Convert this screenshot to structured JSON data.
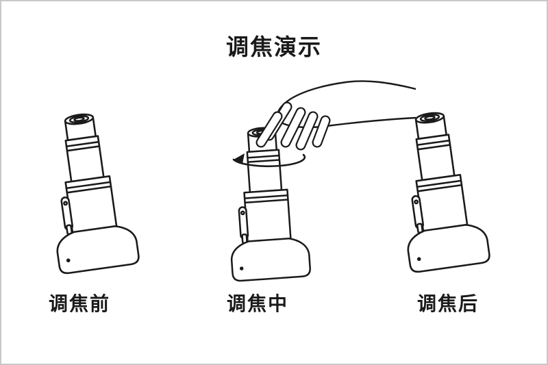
{
  "diagram": {
    "title": "调焦演示",
    "stages": [
      {
        "id": "before",
        "label": "调焦前"
      },
      {
        "id": "during",
        "label": "调焦中"
      },
      {
        "id": "after",
        "label": "调焦后"
      }
    ],
    "icons": {
      "device": "handheld-focus-device-illustration",
      "hand": "hand-gripping-focus-ring-icon",
      "rotation_arrow": "rotation-arrow-icon"
    },
    "colors": {
      "line": "#1a1a1a",
      "background": "#ffffff",
      "border": "#c8c8c8"
    }
  }
}
